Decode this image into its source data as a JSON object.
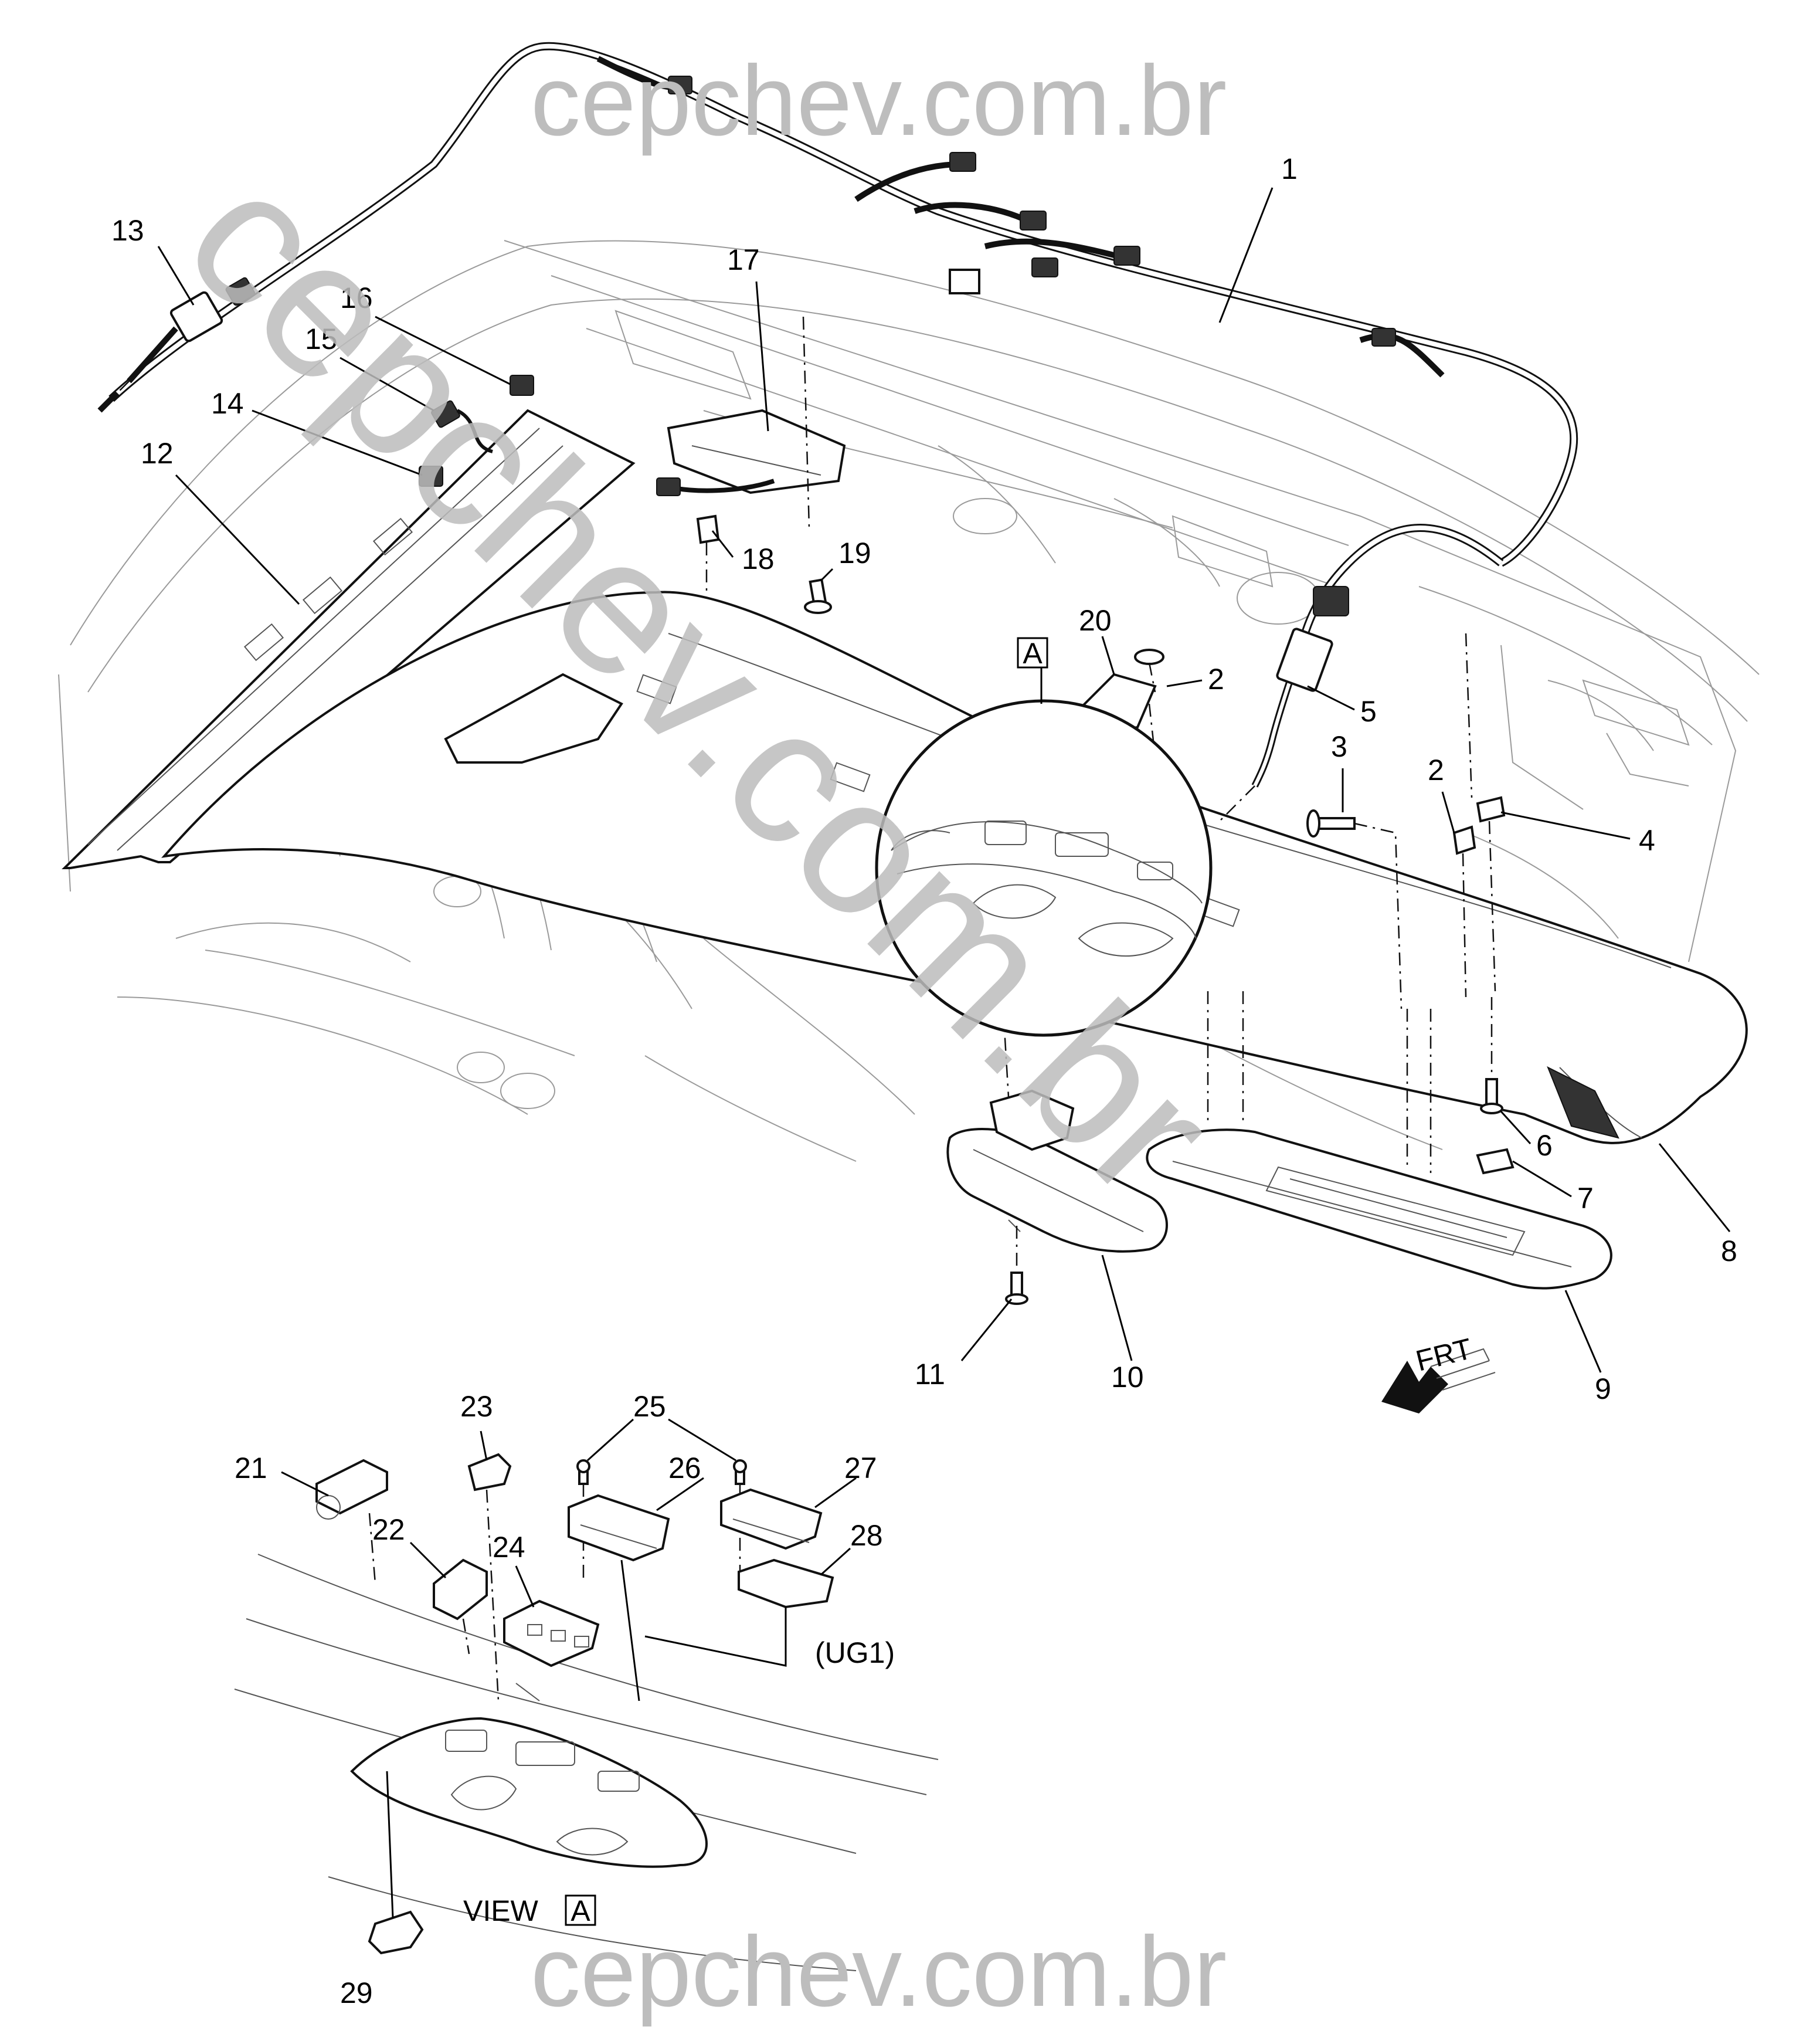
{
  "watermarks": {
    "top": "cepchev.com.br",
    "diagonal": "cepchev.com.br",
    "bottom": "cepchev.com.br"
  },
  "callouts": {
    "c1": "1",
    "c2a": "2",
    "c2b": "2",
    "c3": "3",
    "c4": "4",
    "c5": "5",
    "c6": "6",
    "c7": "7",
    "c8": "8",
    "c9": "9",
    "c10": "10",
    "c11": "11",
    "c12": "12",
    "c13": "13",
    "c14": "14",
    "c15": "15",
    "c16": "16",
    "c17": "17",
    "c18": "18",
    "c19": "19",
    "c20": "20",
    "c21": "21",
    "c22": "22",
    "c23": "23",
    "c24": "24",
    "c25": "25",
    "c26": "26",
    "c27": "27",
    "c28": "28",
    "c29": "29"
  },
  "view_marker": {
    "box_letter": "A"
  },
  "view_label": {
    "prefix": "VIEW",
    "letter": "A"
  },
  "option_code": "(UG1)",
  "direction_arrow": {
    "label": "FRT",
    "icon": "front-direction-arrow-icon"
  }
}
